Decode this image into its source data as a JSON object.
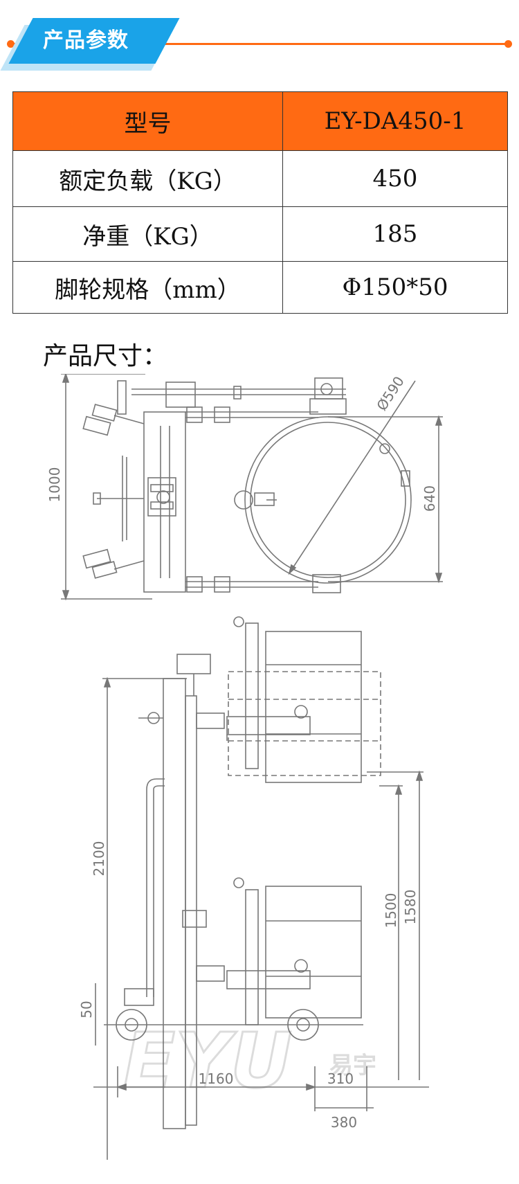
{
  "header": {
    "title": "产品参数"
  },
  "spec_table": {
    "header": {
      "label": "型号",
      "value": "EY-DA450-1"
    },
    "rows": [
      {
        "label": "额定负载（KG）",
        "value": "450"
      },
      {
        "label": "净重（KG）",
        "value": "185"
      },
      {
        "label": "脚轮规格（mm）",
        "value": "Φ150*50"
      }
    ]
  },
  "dimensions": {
    "title": "产品尺寸：",
    "top_view": {
      "length": "1000",
      "drum_diameter": "Ø590",
      "drum_depth": "640"
    },
    "side_view": {
      "height_total": "2100",
      "lift_high": "1580",
      "lift_low": "1500",
      "ground_clearance": "50",
      "base_length": "1160",
      "wheel_span": "310",
      "outer_width": "380"
    },
    "watermark": {
      "text": "EYU",
      "sub": "易宇"
    }
  },
  "colors": {
    "accent": "#ff6a13",
    "tab": "#1aa3e8",
    "line": "#777777"
  }
}
